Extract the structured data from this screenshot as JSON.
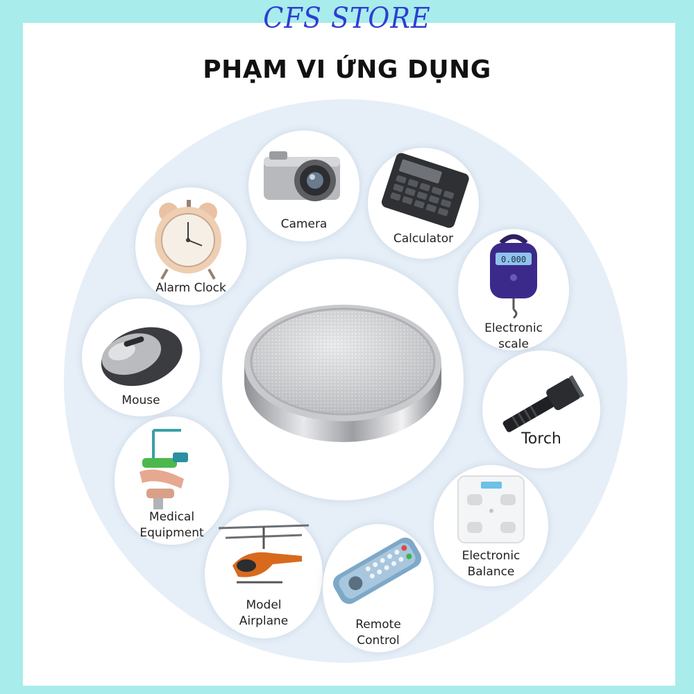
{
  "header": {
    "brand": "CFS STORE",
    "title": "PHẠM VI ỨNG DỤNG"
  },
  "colors": {
    "background": "#a8ecec",
    "brand": "#2d3fd0",
    "ring": "#e6eff8"
  },
  "devices": {
    "camera": {
      "label": "Camera",
      "icon": "camera-icon"
    },
    "calculator": {
      "label": "Calculator",
      "icon": "calculator-icon"
    },
    "alarm_clock": {
      "label": "Alarm Clock",
      "icon": "alarm-clock-icon"
    },
    "electronic_scale": {
      "label": "Electronic\nscale",
      "icon": "hanging-scale-icon"
    },
    "mouse": {
      "label": "Mouse",
      "icon": "mouse-icon"
    },
    "torch": {
      "label": "Torch",
      "icon": "flashlight-icon"
    },
    "medical_equipment": {
      "label": "Medical\nEquipment",
      "icon": "dental-chair-icon"
    },
    "electronic_balance": {
      "label": "Electronic\nBalance",
      "icon": "bathroom-scale-icon"
    },
    "model_airplane": {
      "label": "Model\nAirplane",
      "icon": "helicopter-icon"
    },
    "remote_control": {
      "label": "Remote\nControl",
      "icon": "remote-control-icon"
    }
  },
  "center": {
    "icon": "coin-battery-icon"
  }
}
